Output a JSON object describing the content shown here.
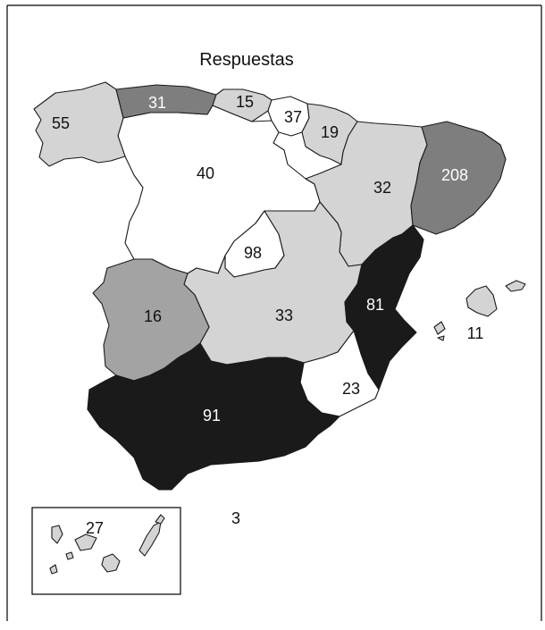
{
  "title": "Respuestas",
  "colors": {
    "white": "#ffffff",
    "light": "#d4d4d4",
    "medium": "#a3a3a3",
    "darkgray": "#7e7e7e",
    "black": "#1a1a1a"
  },
  "regions": [
    {
      "key": "galicia",
      "value": "55",
      "shade": "light"
    },
    {
      "key": "asturias",
      "value": "31",
      "shade": "darkgray"
    },
    {
      "key": "cantabria",
      "value": "15",
      "shade": "light"
    },
    {
      "key": "pais_vasco",
      "value": "37",
      "shade": "white"
    },
    {
      "key": "navarra",
      "value": "19",
      "shade": "light"
    },
    {
      "key": "aragon",
      "value": "32",
      "shade": "light"
    },
    {
      "key": "cataluna",
      "value": "208",
      "shade": "darkgray"
    },
    {
      "key": "castilla_leon",
      "value": "40",
      "shade": "white"
    },
    {
      "key": "madrid",
      "value": "98",
      "shade": "white"
    },
    {
      "key": "castilla_mancha",
      "value": "33",
      "shade": "light"
    },
    {
      "key": "extremadura",
      "value": "16",
      "shade": "medium"
    },
    {
      "key": "valencia",
      "value": "81",
      "shade": "black"
    },
    {
      "key": "baleares",
      "value": "11",
      "shade": "light"
    },
    {
      "key": "murcia",
      "value": "23",
      "shade": "white"
    },
    {
      "key": "andalucia",
      "value": "91",
      "shade": "black"
    },
    {
      "key": "canarias",
      "value": "27",
      "shade": "light"
    },
    {
      "key": "ceuta_melilla",
      "value": "3",
      "shade": "white"
    }
  ]
}
